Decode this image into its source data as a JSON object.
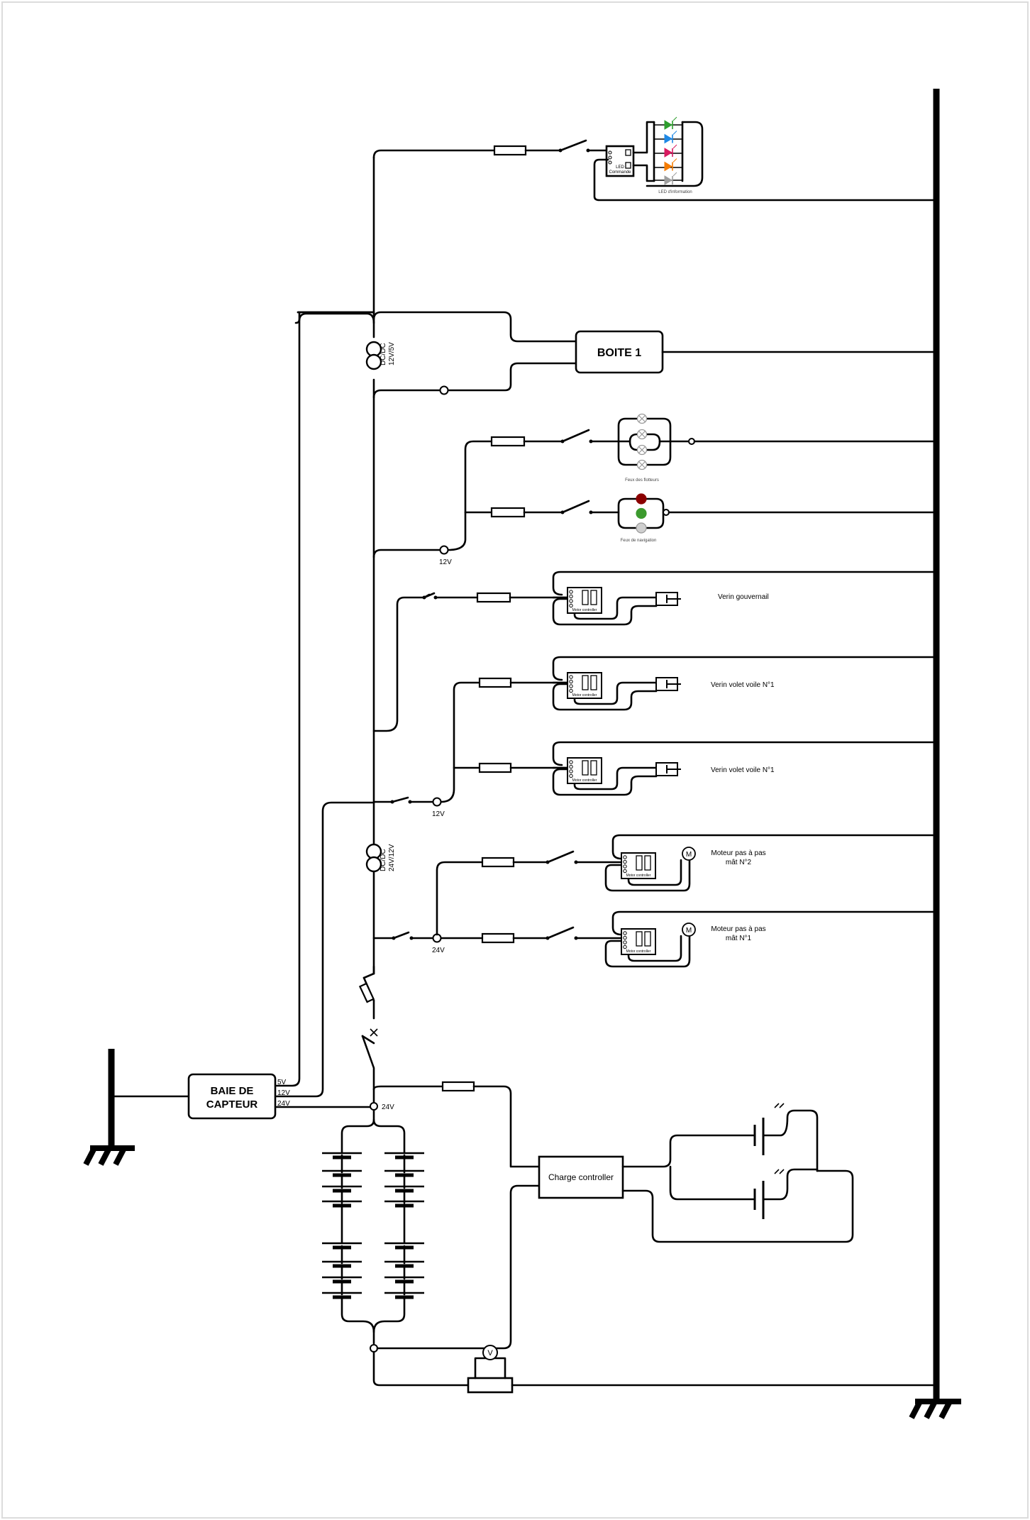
{
  "labels": {
    "boite1": "BOITE 1",
    "baie_l1": "BAIE DE",
    "baie_l2": "CAPTEUR",
    "charge_controller": "Charge controller",
    "dcdc1_l1": "DC/DC",
    "dcdc1_l2": "12V/5V",
    "dcdc2_l1": "DC/DC",
    "dcdc2_l2": "24V/12V",
    "v12_a": "12V",
    "v12_b": "12V",
    "v24_a": "24V",
    "v24_b": "24V",
    "baie_5v": "5V",
    "baie_12v": "12V",
    "baie_24v": "24V",
    "led_commande_l1": "LED",
    "led_commande_l2": "Commande",
    "led_info": "LED d'information",
    "feux_flotteurs": "Feux des flotteurs",
    "feux_navigation": "Feux de navigation",
    "motor_controller": "Motor controller",
    "verin_gouvernail": "Verin gouvernail",
    "verin_volet_1": "Verin volet voile N°1",
    "verin_volet_2": "Verin volet voile N°1",
    "moteur2_l1": "Moteur pas à pas",
    "moteur2_l2": "mât N°2",
    "moteur1_l1": "Moteur pas à pas",
    "moteur1_l2": "mât N°1",
    "motor_symbol": "M",
    "voltmeter_symbol": "V"
  },
  "led_colors": [
    "#2e9e2e",
    "#1e88e5",
    "#d81b60",
    "#f57c00",
    "#9e9e9e"
  ],
  "nav_light_colors": [
    "#8b0000",
    "#3c9a2e",
    "#cfcfcf"
  ]
}
